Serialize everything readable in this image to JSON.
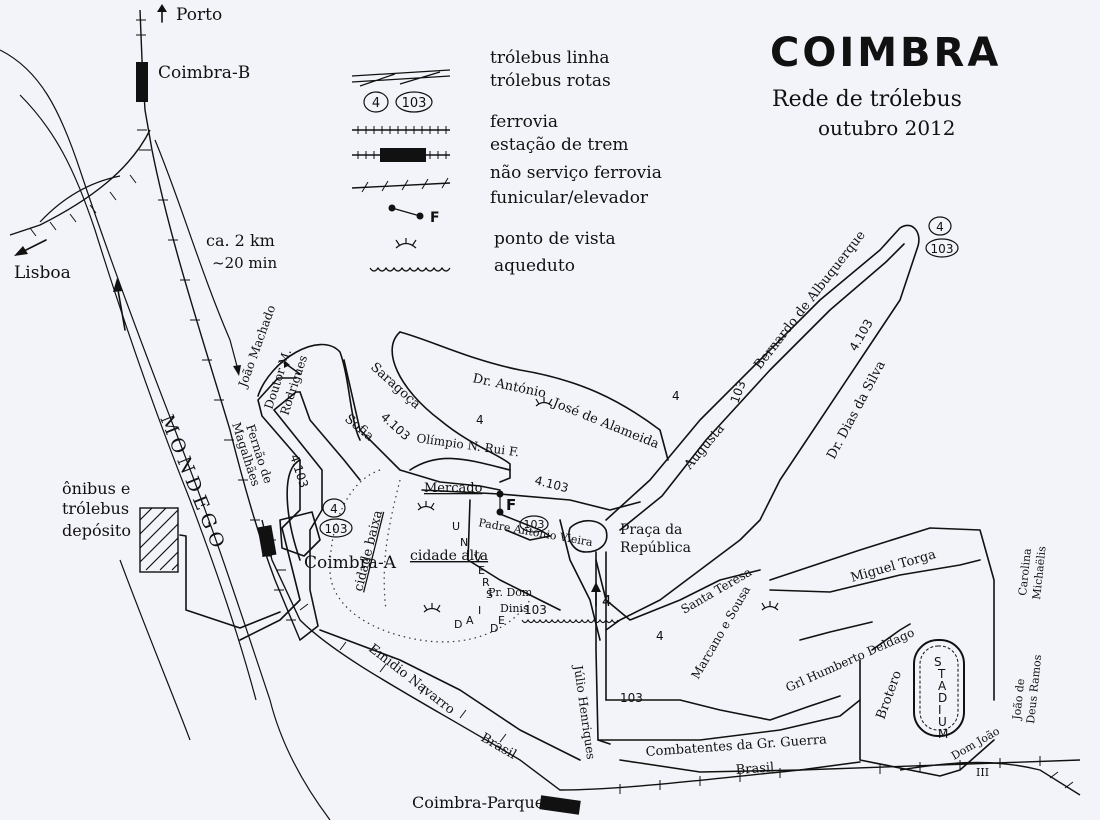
{
  "header": {
    "title": "COIMBRA",
    "subtitle": "Rede de trólebus",
    "date": "outubro 2012"
  },
  "legend": {
    "items": [
      {
        "symbol": "trolleybus-line",
        "label": "trólebus linha"
      },
      {
        "symbol": "trolleybus-route",
        "label": "trólebus rotas"
      },
      {
        "symbol": "railway",
        "label": "ferrovia"
      },
      {
        "symbol": "train-station",
        "label": "estação de trem"
      },
      {
        "symbol": "disused-railway",
        "label": "não serviço ferrovia"
      },
      {
        "symbol": "funicular",
        "label": "funicular/elevador"
      },
      {
        "symbol": "viewpoint",
        "label": "ponto de vista"
      },
      {
        "symbol": "aqueduct",
        "label": "aqueduto"
      }
    ],
    "route_badges": [
      "4",
      "103"
    ],
    "funicular_letter": "F"
  },
  "places": {
    "porto": "Porto",
    "lisboa": "Lisboa",
    "coimbra_b": "Coimbra-B",
    "coimbra_a": "Coimbra-A",
    "coimbra_parque": "Coimbra-Parque",
    "distance": "ca. 2 km",
    "time": "~20 min",
    "river": "MONDEGO",
    "depot_line1": "ônibus e",
    "depot_line2": "trólebus",
    "depot_line3": "depósito",
    "mercado": "Mercado",
    "praca_line1": "Praça da",
    "praca_line2": "República",
    "cidade_baixa": "cidade baixa",
    "cidade_alta": "cidade alta",
    "universidade": [
      "U",
      "N",
      "I",
      "V",
      "E",
      "R",
      "S",
      "I",
      "D",
      "A",
      "D",
      "E"
    ],
    "stadium": [
      "S",
      "T",
      "A",
      "D",
      "I",
      "U",
      "M"
    ]
  },
  "streets": {
    "joao_machado": "João Machado",
    "fernao": "Fernão de",
    "magalhaes": "Magalhães",
    "doutor_m": "Doutor M.",
    "rodrigues": "Rodrigues",
    "sofia": "Sofia",
    "saragoca": "Saragoça",
    "dr_antonio": "Dr. António",
    "jose_alameida": "José de Alameida",
    "olimpio": "Olímpio N. Rui F.",
    "padre_antonio": "Padre António Vieira",
    "pr_dom": "Pr. Dom",
    "dinis": "Dinis",
    "augusta": "Augusta",
    "bernardo": "Bernardo de Albuquerque",
    "dias_silva": "Dr. Dias da Silva",
    "santa_teresa": "Santa Teresa",
    "marcano": "Marcano e Sousa",
    "miguel_torga": "Miguel Torga",
    "carolina": "Carolina",
    "michaelis": "Michaëlis",
    "joao_deus": "João de",
    "deus_ramos": "Deus Ramos",
    "humberto": "Grl Humberto Deldago",
    "brotero": "Brotero",
    "combatentes": "Combatentes da Gr. Guerra",
    "brasil1": "Brasil",
    "brasil2": "Brasil",
    "emidio": "Emídio Navarro",
    "julio": "Júlio Henriques",
    "dom_joao": "Dom João",
    "dom_joao_num": "III"
  },
  "route_labels": {
    "r4_103_a": "4.103",
    "r4_103_b": "4.103",
    "r4_103_c": "4.103",
    "r4_103_d": "4.103",
    "r4_a": "4",
    "r4_b": "4",
    "r4_c": "4",
    "r4_d": "4",
    "r103_a": "103",
    "r103_b": "103",
    "r103_c": "103",
    "r103_d": "103",
    "badge_4": "4",
    "badge_103": "103"
  }
}
